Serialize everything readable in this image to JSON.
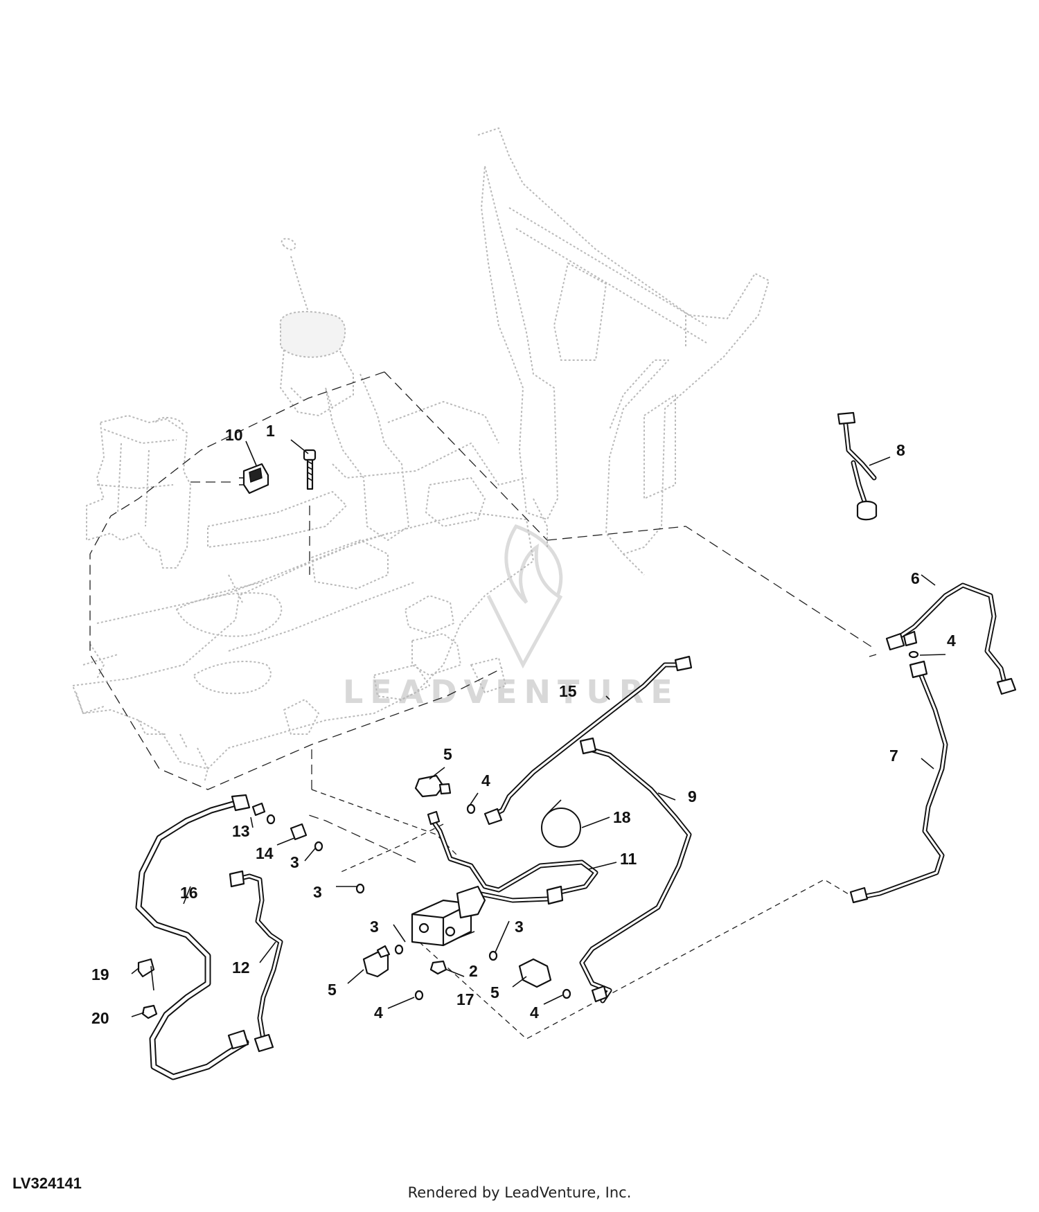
{
  "drawing_id": "LV324141",
  "footer": "Rendered by LeadVenture, Inc.",
  "watermark": "LEADVENTURE",
  "callouts": {
    "c1": "1",
    "c2": "2",
    "c3a": "3",
    "c3b": "3",
    "c3c": "3",
    "c3d": "3",
    "c4a": "4",
    "c4b": "4",
    "c4c": "4",
    "c4d": "4",
    "c5a": "5",
    "c5b": "5",
    "c5c": "5",
    "c6": "6",
    "c7": "7",
    "c8": "8",
    "c9": "9",
    "c10": "10",
    "c11": "11",
    "c12": "12",
    "c13": "13",
    "c14": "14",
    "c15": "15",
    "c16": "16",
    "c17": "17",
    "c18": "18",
    "c19": "19",
    "c20": "20"
  }
}
